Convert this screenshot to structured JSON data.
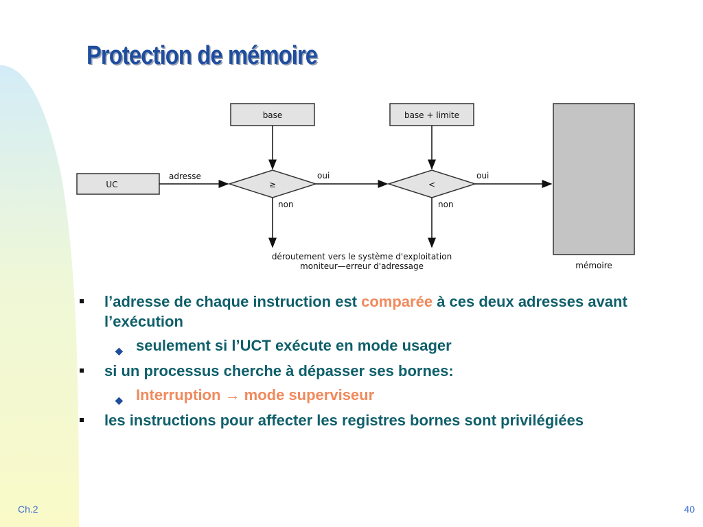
{
  "slide": {
    "title": "Protection de mémoire",
    "footer_left": "Ch.2",
    "page_number": "40"
  },
  "diagram": {
    "base_label": "base",
    "limit_label": "base + limite",
    "cpu_label": "UC",
    "address_label": "adresse",
    "compare_ge": "≥",
    "compare_lt": "<",
    "yes_1": "oui",
    "yes_2": "oui",
    "no_1": "non",
    "no_2": "non",
    "trap_line_1": "déroutement vers le système d'exploitation",
    "trap_line_2": "moniteur—erreur d'adressage",
    "memory_label": "mémoire"
  },
  "bullets": [
    {
      "pre": "l’adresse de chaque instruction est ",
      "highlight": "comparée",
      "post": " à ces deux adresses avant l’exécution"
    },
    {
      "text": "seulement si l’UCT exécute en mode usager"
    },
    {
      "text": "si un processus cherche à dépasser ses bornes:"
    },
    {
      "text": "Interruption → mode superviseur"
    },
    {
      "text": "les instructions pour affecter les registres bornes sont privilégiées"
    }
  ],
  "colors": {
    "title": "#1f4d9e",
    "text": "#0f5f6a",
    "highlight": "#f08a5d",
    "footer": "#3a6ad4"
  }
}
